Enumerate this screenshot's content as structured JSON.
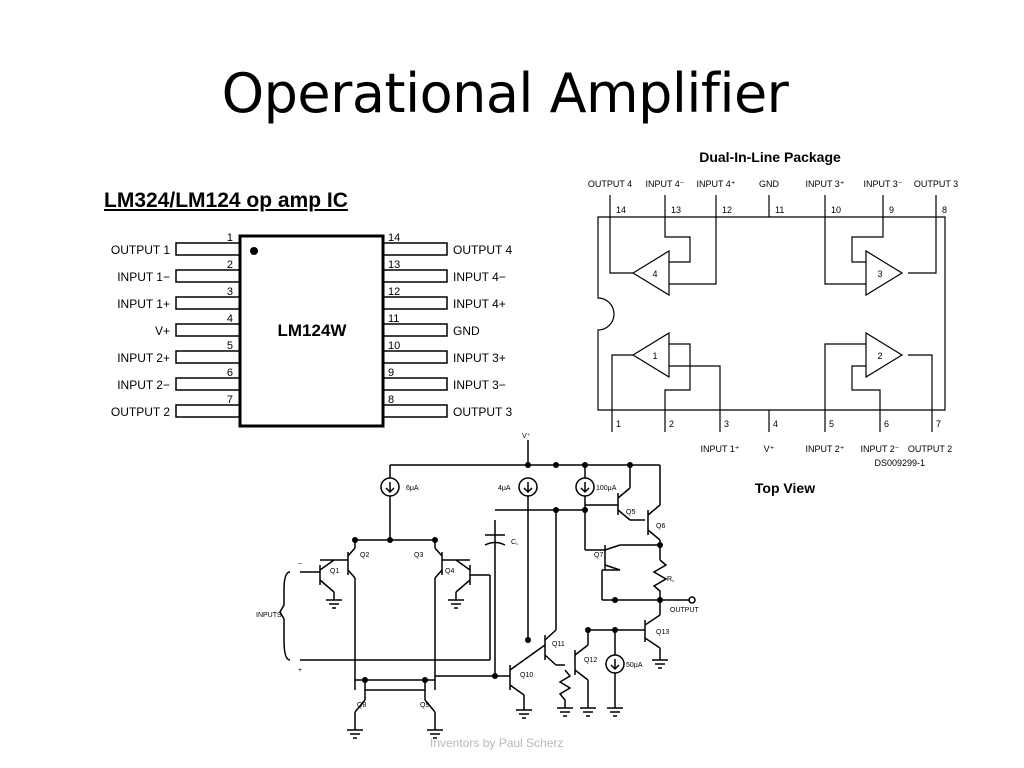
{
  "slide": {
    "title": "Operational Amplifier",
    "ic_heading": "LM324/LM124 op amp IC",
    "footer": "Inventors by Paul Scherz"
  },
  "chip": {
    "name": "LM124W",
    "left_pins": [
      {
        "num": "1",
        "label": "OUTPUT 1"
      },
      {
        "num": "2",
        "label": "INPUT 1−"
      },
      {
        "num": "3",
        "label": "INPUT 1+"
      },
      {
        "num": "4",
        "label": "V+"
      },
      {
        "num": "5",
        "label": "INPUT 2+"
      },
      {
        "num": "6",
        "label": "INPUT 2−"
      },
      {
        "num": "7",
        "label": "OUTPUT 2"
      }
    ],
    "right_pins": [
      {
        "num": "14",
        "label": "OUTPUT 4"
      },
      {
        "num": "13",
        "label": "INPUT 4−"
      },
      {
        "num": "12",
        "label": "INPUT 4+"
      },
      {
        "num": "11",
        "label": "GND"
      },
      {
        "num": "10",
        "label": "INPUT 3+"
      },
      {
        "num": "9",
        "label": "INPUT 3−"
      },
      {
        "num": "8",
        "label": "OUTPUT 3"
      }
    ]
  },
  "dip": {
    "title": "Dual-In-Line Package",
    "top_labels": [
      "OUTPUT 4",
      "INPUT 4⁻",
      "INPUT 4⁺",
      "GND",
      "INPUT 3⁺",
      "INPUT 3⁻",
      "OUTPUT 3"
    ],
    "top_nums": [
      "14",
      "13",
      "12",
      "11",
      "10",
      "9",
      "8"
    ],
    "bottom_labels": [
      "INPUT 1⁺",
      "V⁺",
      "INPUT 2⁺",
      "INPUT 2⁻",
      "OUTPUT 2"
    ],
    "bottom_nums": [
      "1",
      "2",
      "3",
      "4",
      "5",
      "6",
      "7"
    ],
    "amp_numbers": [
      "4",
      "3",
      "1",
      "2"
    ],
    "code": "DS009299-1",
    "view": "Top View"
  },
  "schematic": {
    "vplus": "V⁺",
    "sources": [
      "6μA",
      "4μA",
      "100μA",
      "50μA"
    ],
    "transistors": [
      "Q1",
      "Q2",
      "Q3",
      "Q4",
      "Q5",
      "Q6",
      "Q7",
      "Q8",
      "Q9",
      "Q10",
      "Q11",
      "Q12",
      "Q13"
    ],
    "cc": "C꜀",
    "rsc": "R꜀",
    "output": "OUTPUT",
    "inputs": "INPUTS",
    "minus": "−",
    "plus": "+"
  }
}
